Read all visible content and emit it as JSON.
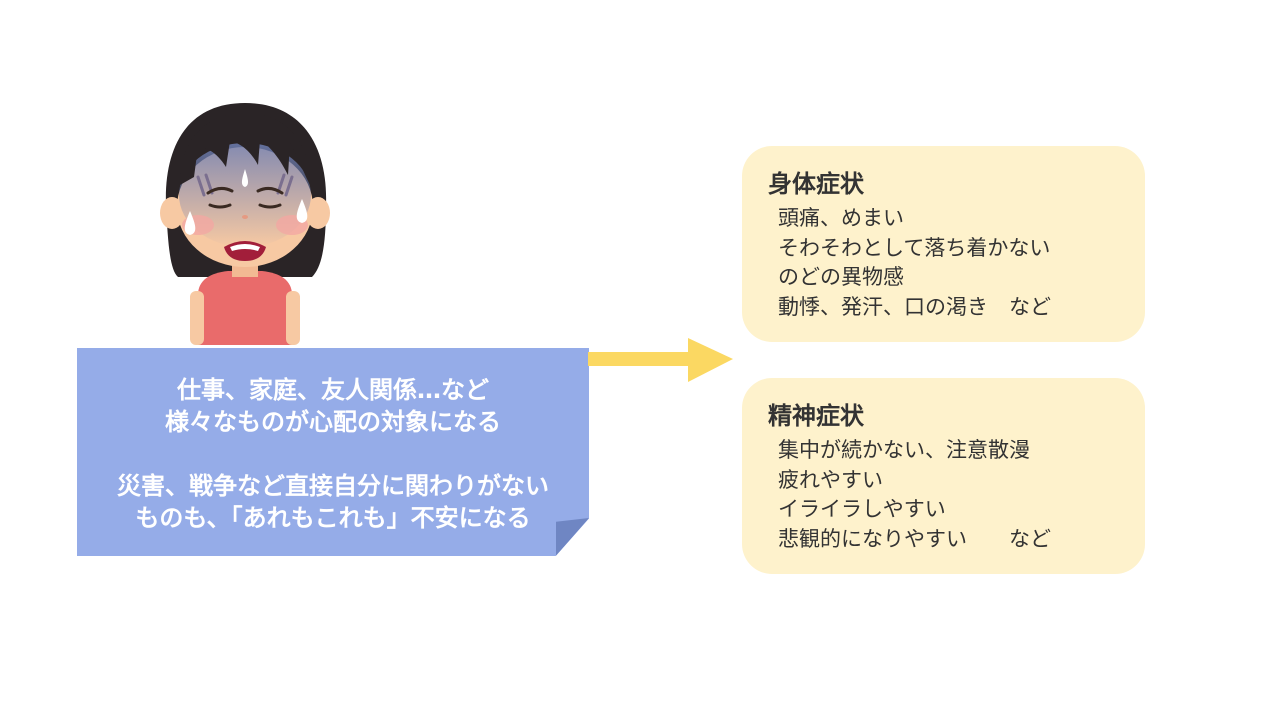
{
  "note": {
    "lines": [
      "仕事、家庭、友人関係…など",
      "様々なものが心配の対象になる",
      "災害、戦争など直接自分に関わりがない",
      "ものも、「あれもこれも」不安になる"
    ]
  },
  "physical": {
    "title": "身体症状",
    "items": [
      "頭痛、めまい",
      "そわそわとして落ち着かない",
      "のどの異物感",
      "動悸、発汗、口の渇き　など"
    ]
  },
  "mental": {
    "title": "精神症状",
    "items": [
      "集中が続かない、注意散漫",
      "疲れやすい",
      "イライラしやすい",
      "悲観的になりやすい　　など"
    ]
  },
  "colors": {
    "note_fill": "#95ace8",
    "arrow": "#fbd862",
    "box_fill": "#fef2cc"
  },
  "icons": {
    "person": "worried-woman-icon",
    "arrow": "arrow-right-icon"
  }
}
